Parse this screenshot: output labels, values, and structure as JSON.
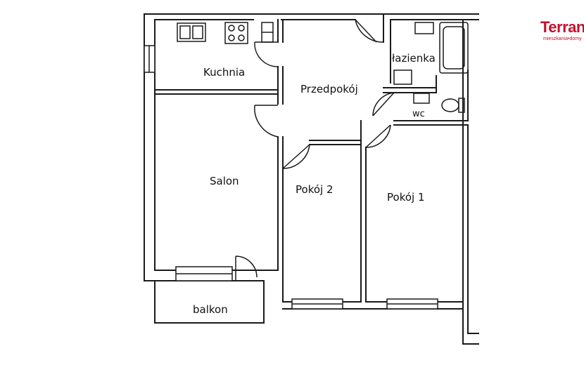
{
  "rooms": {
    "kitchen": "Kuchnia",
    "hallway": "Przedpokój",
    "bathroom": "łazienka",
    "wc": "wc",
    "living_room": "Salon",
    "room2": "Pokój 2",
    "room1": "Pokój 1",
    "balcony": "balkon"
  },
  "brand": {
    "name": "Terranu",
    "tagline": "mieszkania•domy",
    "color": "#c8102e"
  },
  "colors": {
    "wall": "#1a1a1a",
    "background": "#ffffff"
  }
}
